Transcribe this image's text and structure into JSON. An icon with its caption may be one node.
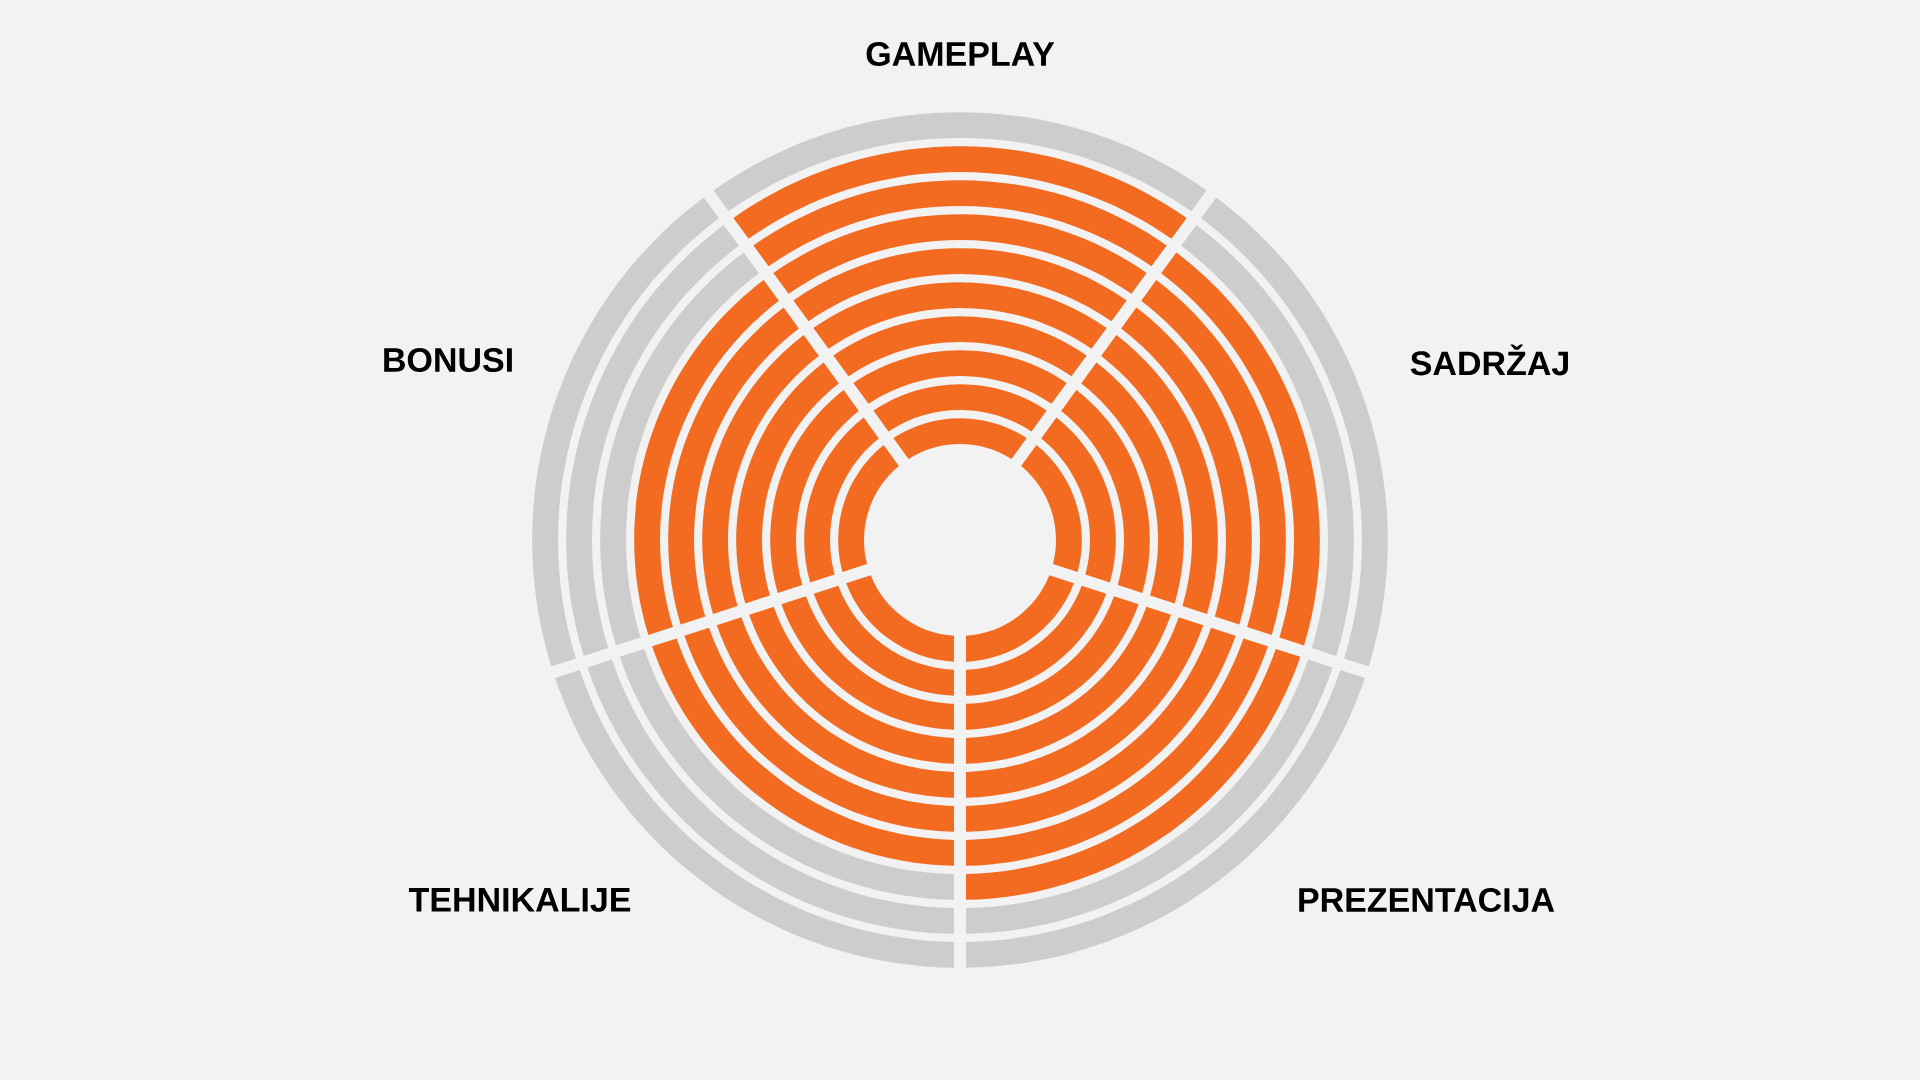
{
  "diagram": {
    "labels": [
      "GAMEPLAY",
      "BONUSI",
      "SADRŽAJ",
      "TEHNIKALIJE",
      "PREZENTACIJA"
    ]
  }
}
